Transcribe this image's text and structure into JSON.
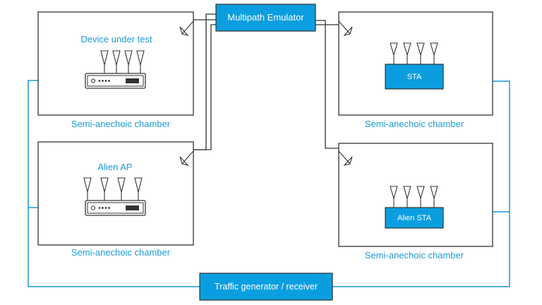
{
  "diagram": {
    "emulator": {
      "label": "Multipath Emulator"
    },
    "traffic": {
      "label": "Traffic generator / receiver"
    },
    "chambers": {
      "top_left": {
        "title": "Device under test",
        "caption": "Semi-anechoic chamber"
      },
      "bottom_left": {
        "title": "Alien AP",
        "caption": "Semi-anechoic chamber"
      },
      "top_right": {
        "device": "STA",
        "caption": "Semi-anechoic chamber"
      },
      "bottom_right": {
        "device": "Alien STA",
        "caption": "Semi-anechoic chamber"
      }
    },
    "colors": {
      "accent": "#1a9ad6",
      "box_fill": "#0a9ee0",
      "line": "#333333"
    }
  }
}
